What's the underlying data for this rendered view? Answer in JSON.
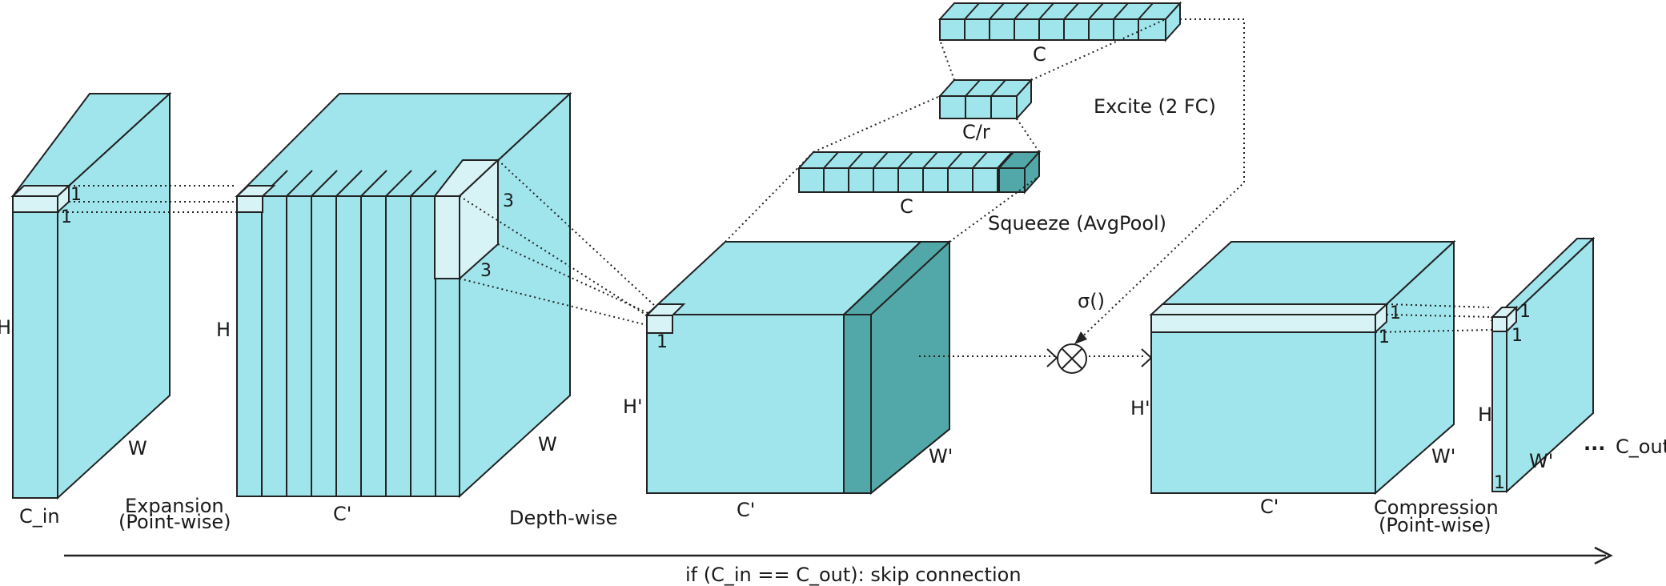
{
  "colors": {
    "block_fill": "#a0e5ec",
    "highlight_fill": "#d8f3f6",
    "selected_channel_fill": "#52a8a8",
    "stroke": "#222222"
  },
  "input_block": {
    "height_label": "H",
    "width_label": "W",
    "channel_label": "C_in",
    "kernel_labels": [
      "1",
      "1"
    ]
  },
  "expansion": {
    "caption_line1": "Expansion",
    "caption_line2": "(Point-wise)",
    "height_label": "H",
    "width_label": "W",
    "channel_label": "C'",
    "kernel_labels": [
      "3",
      "3"
    ]
  },
  "depthwise": {
    "caption": "Depth-wise",
    "height_label": "H'",
    "width_label": "W'",
    "channel_label": "C'",
    "kernel_label": "1"
  },
  "se": {
    "squeeze_vector_label": "C",
    "squeeze_caption": "Squeeze (AvgPool)",
    "reduced_label": "C/r",
    "excite_caption": "Excite (2 FC)",
    "excite_vector_label": "C",
    "sigma_label": "σ()",
    "multiply_symbol": "⊗"
  },
  "scaled_block": {
    "height_label": "H'",
    "width_label": "W'",
    "channel_label": "C'",
    "kernel_labels": [
      "1",
      "1"
    ]
  },
  "compression": {
    "caption_line1": "Compression",
    "caption_line2": "(Point-wise)",
    "height_label": "H",
    "width_label": "W'",
    "depth_label": "1",
    "kernel_labels": [
      "1",
      "1"
    ],
    "ellipsis": "···",
    "channel_label": "C_out"
  },
  "skip": {
    "label": "if (C_in == C_out): skip connection"
  }
}
